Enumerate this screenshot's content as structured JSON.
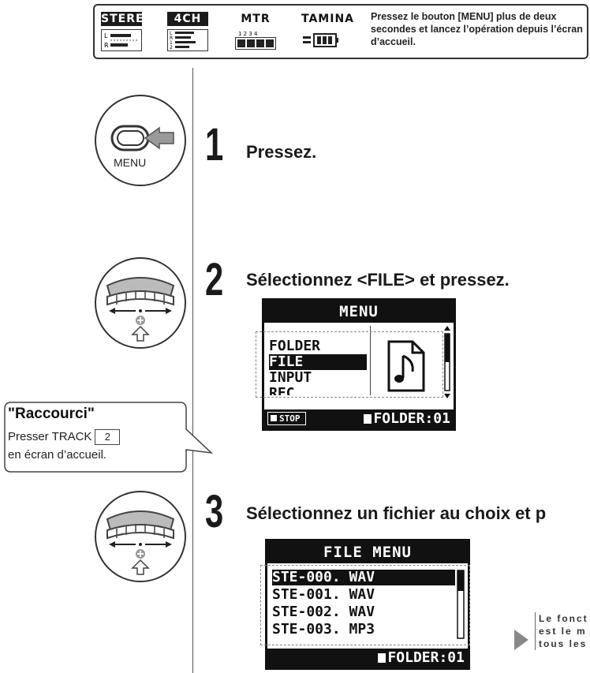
{
  "modes": {
    "stereo": {
      "label": "STEREO",
      "ch_l": "L",
      "ch_r": "R"
    },
    "four_ch": {
      "label": "4CH",
      "ch_l": "L",
      "ch_r": "R",
      "ch_1": "1",
      "ch_2": "2"
    },
    "mtr": {
      "label": "MTR",
      "tracks": "1 2 3 4"
    },
    "stamina": {
      "label": "TAMINA"
    }
  },
  "header_note": "Pressez le bouton [MENU] plus de deux secondes et lancez l’opération depuis l’écran d’accueil.",
  "menu_button_label": "MENU",
  "steps": [
    {
      "number": "1",
      "text": "Pressez."
    },
    {
      "number": "2",
      "text": "Sélectionnez <FILE> et pressez."
    },
    {
      "number": "3",
      "text": "Sélectionnez un fichier au choix et p"
    }
  ],
  "menu_screen": {
    "title": "MENU",
    "items": [
      "FOLDER",
      "FILE",
      "INPUT",
      "REC"
    ],
    "selected_index": 1,
    "footer_left": "STOP",
    "footer_right": "FOLDER:01"
  },
  "file_screen": {
    "title": "FILE MENU",
    "items": [
      "STE-000. WAV",
      "STE-001. WAV",
      "STE-002. WAV",
      "STE-003. MP3"
    ],
    "selected_index": 0,
    "footer_right": "FOLDER:01"
  },
  "shortcut": {
    "title": "\"Raccourci\"",
    "line1": "Presser TRACK",
    "key": "2",
    "line2": "en écran d’accueil."
  },
  "side_note": {
    "line1": "Le fonct",
    "line2": "est le m",
    "line3": "tous les fi"
  }
}
